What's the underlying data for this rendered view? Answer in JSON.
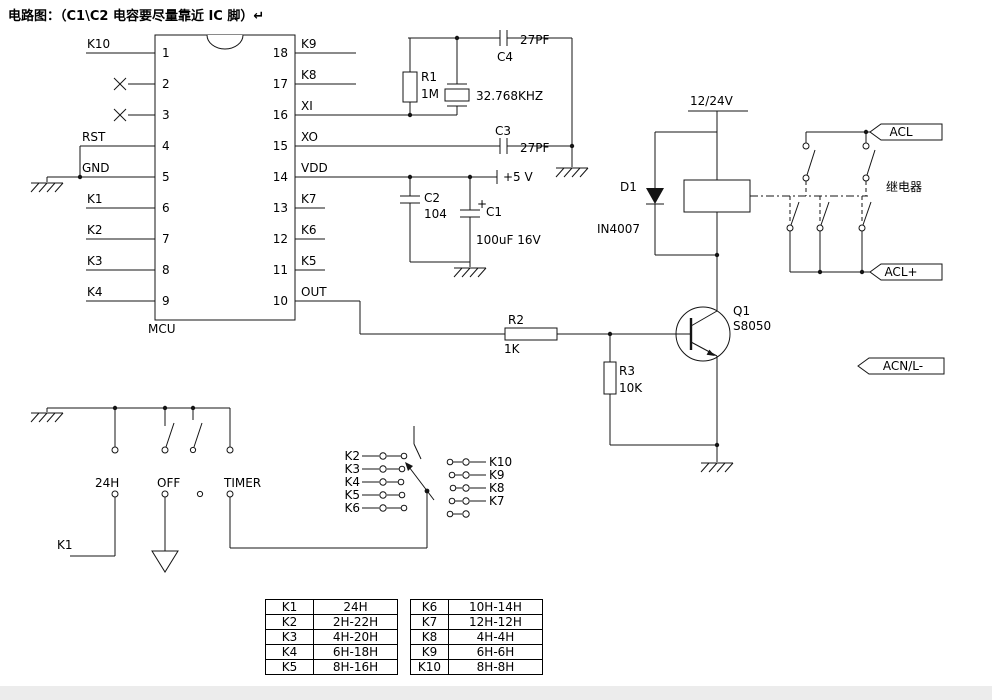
{
  "title": "电路图：（C1\\C2 电容要尽量靠近 IC 脚）↵",
  "mcu": {
    "name": "MCU",
    "left_pins": [
      {
        "num": "1",
        "label": "K10"
      },
      {
        "num": "2",
        "label": ""
      },
      {
        "num": "3",
        "label": ""
      },
      {
        "num": "4",
        "label": "RST"
      },
      {
        "num": "5",
        "label": "GND"
      },
      {
        "num": "6",
        "label": "K1"
      },
      {
        "num": "7",
        "label": "K2"
      },
      {
        "num": "8",
        "label": "K3"
      },
      {
        "num": "9",
        "label": "K4"
      }
    ],
    "right_pins": [
      {
        "num": "18",
        "label": "K9"
      },
      {
        "num": "17",
        "label": "K8"
      },
      {
        "num": "16",
        "label": "XI"
      },
      {
        "num": "15",
        "label": "XO"
      },
      {
        "num": "14",
        "label": "VDD"
      },
      {
        "num": "13",
        "label": "K7"
      },
      {
        "num": "12",
        "label": "K6"
      },
      {
        "num": "11",
        "label": "K5"
      },
      {
        "num": "10",
        "label": "OUT"
      }
    ]
  },
  "components": {
    "r1": {
      "ref": "R1",
      "value": "1M"
    },
    "crystal": {
      "value": "32.768KHZ"
    },
    "c4": {
      "ref": "C4",
      "value": "27PF"
    },
    "c3": {
      "ref": "C3",
      "value": "27PF"
    },
    "c2": {
      "ref": "C2",
      "value": "104"
    },
    "c1": {
      "ref": "C1",
      "value": "100uF 16V",
      "polarity": "+"
    },
    "power5v": "+5 V",
    "supply": "12/24V",
    "d1": {
      "ref": "D1",
      "value": "IN4007"
    },
    "relay": "继电器",
    "q1": {
      "ref": "Q1",
      "value": "S8050"
    },
    "r2": {
      "ref": "R2",
      "value": "1K"
    },
    "r3": {
      "ref": "R3",
      "value": "10K"
    }
  },
  "connectors": {
    "acl": "ACL",
    "acl_plus": "ACL+",
    "acn": "ACN/L-"
  },
  "mode_switch": {
    "labels": [
      "24H",
      "OFF",
      "TIMER"
    ],
    "k1": "K1"
  },
  "rotary": {
    "left": [
      "K2",
      "K3",
      "K4",
      "K5",
      "K6"
    ],
    "right": [
      "K10",
      "K9",
      "K8",
      "K7"
    ]
  },
  "tables": {
    "left": [
      {
        "key": "K1",
        "value": "24H"
      },
      {
        "key": "K2",
        "value": "2H-22H"
      },
      {
        "key": "K3",
        "value": "4H-20H"
      },
      {
        "key": "K4",
        "value": "6H-18H"
      },
      {
        "key": "K5",
        "value": "8H-16H"
      }
    ],
    "right": [
      {
        "key": "K6",
        "value": "10H-14H"
      },
      {
        "key": "K7",
        "value": "12H-12H"
      },
      {
        "key": "K8",
        "value": "4H-4H"
      },
      {
        "key": "K9",
        "value": "6H-6H"
      },
      {
        "key": "K10",
        "value": "8H-8H"
      }
    ]
  }
}
